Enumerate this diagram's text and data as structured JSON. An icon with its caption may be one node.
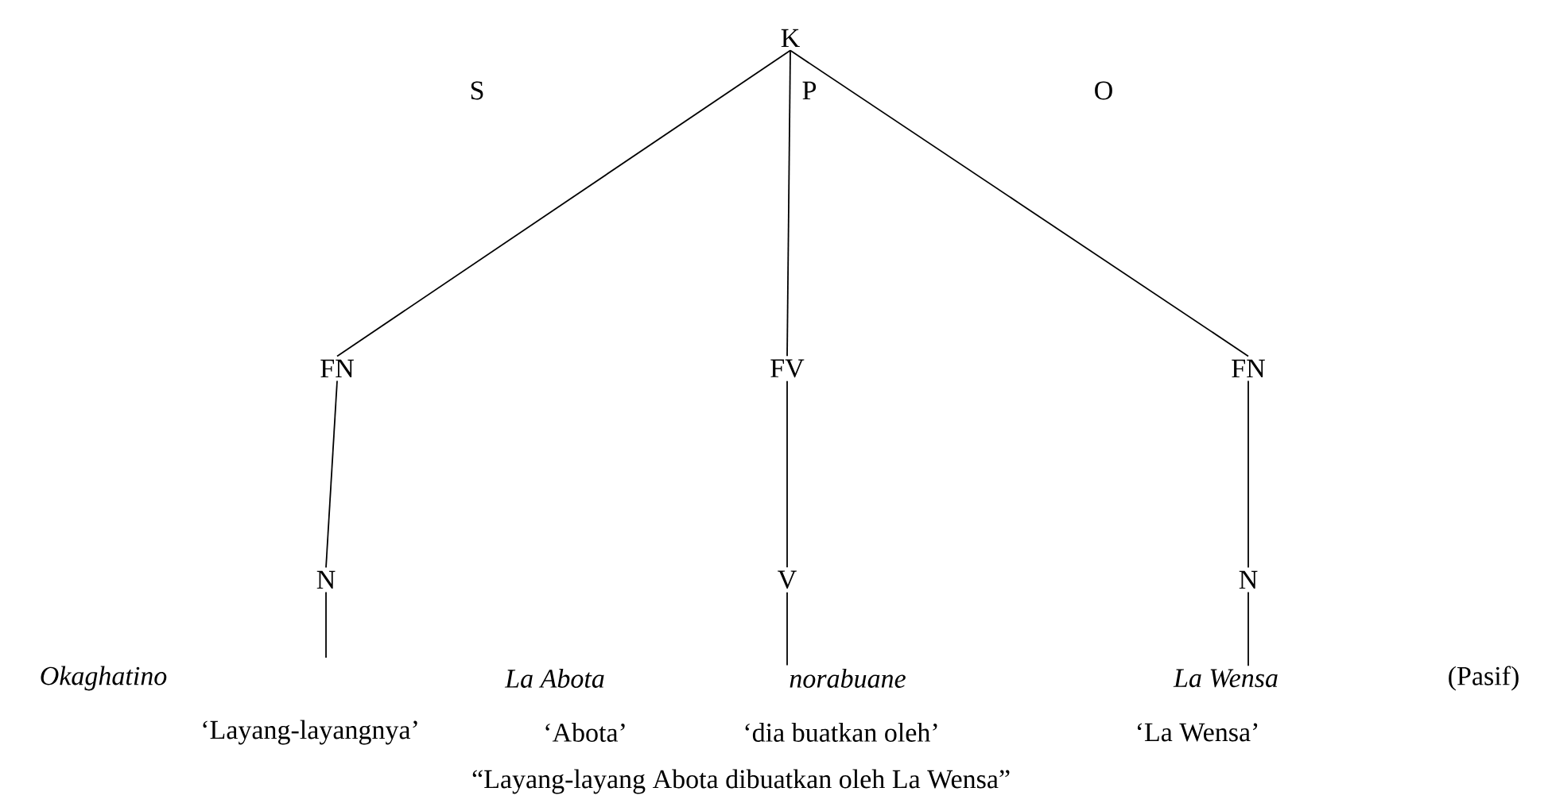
{
  "diagram": {
    "nodes": [
      {
        "text": [
          "K"
        ]
      },
      {
        "text": [
          "FN"
        ]
      },
      {
        "text": [
          "FV"
        ]
      },
      {
        "text": [
          "FN"
        ]
      },
      {
        "text": [
          "N"
        ]
      },
      {
        "text": [
          "V"
        ]
      },
      {
        "text": [
          "N"
        ]
      },
      {
        "text": [
          "norabuane"
        ]
      },
      {
        "text": [
          "La Wensa"
        ]
      }
    ],
    "edges": [
      {
        "from": 0,
        "to": 1,
        "arrow": "none"
      },
      {
        "from": 0,
        "to": 2,
        "arrow": "none"
      },
      {
        "from": 0,
        "to": 3,
        "arrow": "none"
      },
      {
        "from": 1,
        "to": 4,
        "arrow": "none"
      },
      {
        "from": 2,
        "to": 5,
        "arrow": "none"
      },
      {
        "from": 3,
        "to": 6,
        "arrow": "none"
      },
      {
        "from": 4,
        "to": null,
        "arrow": "none"
      },
      {
        "from": 5,
        "to": 7,
        "arrow": "none"
      },
      {
        "from": 6,
        "to": 8,
        "arrow": "none"
      }
    ],
    "labels": [
      "S",
      "P",
      "O",
      "Okaghatino",
      "La Abota",
      "(Pasif)",
      "‘Layang-layangnya’",
      "‘Abota’",
      "‘dia buatkan oleh’",
      "‘La Wensa’",
      "“Layang-layang Abota dibuatkan oleh La Wensa”"
    ]
  }
}
